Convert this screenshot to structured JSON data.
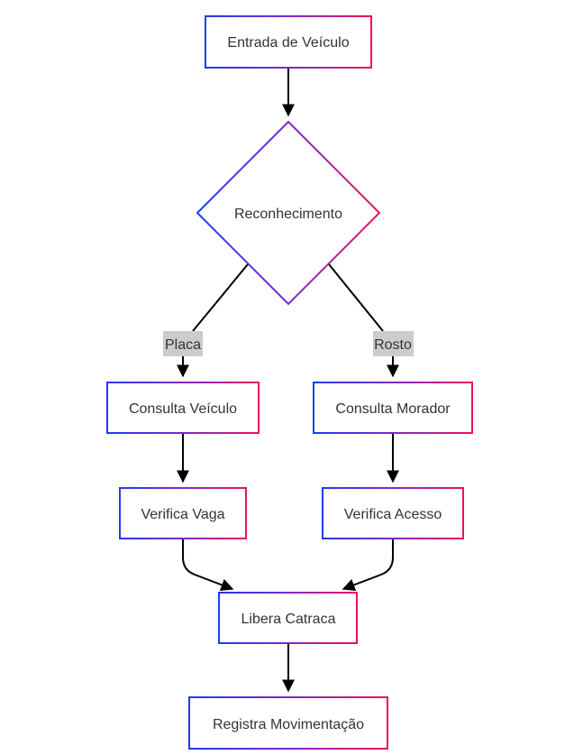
{
  "diagram": {
    "colors": {
      "gradient_start": "#1f3cf0",
      "gradient_mid": "#7a2ad0",
      "gradient_end": "#f0105a",
      "edge": "#000000",
      "label_bg": "#cccccc",
      "text": "#333333"
    },
    "nodes": {
      "entrada": "Entrada de Veículo",
      "reconhecimento": "Reconhecimento",
      "consulta_veiculo": "Consulta Veículo",
      "consulta_morador": "Consulta Morador",
      "verifica_vaga": "Verifica Vaga",
      "verifica_acesso": "Verifica Acesso",
      "libera_catraca": "Libera Catraca",
      "registra": "Registra Movimentação"
    },
    "edge_labels": {
      "placa": "Placa",
      "rosto": "Rosto"
    }
  }
}
